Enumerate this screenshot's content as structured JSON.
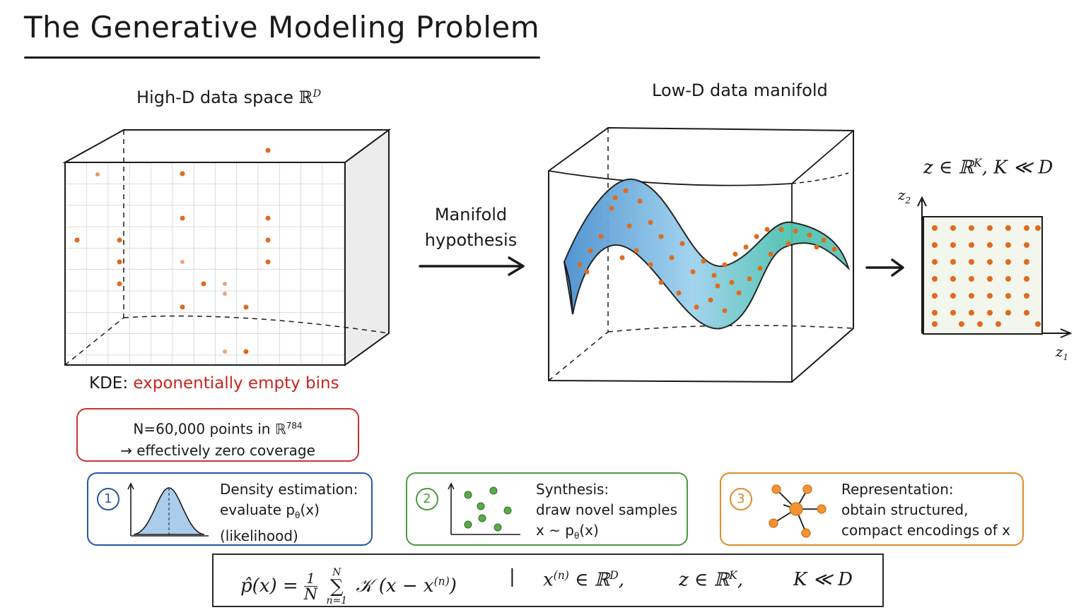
{
  "title": "The Generative Modeling Problem",
  "left_panel": {
    "title_text": "High-D data space ",
    "title_math": "ℝ",
    "title_sup": "D",
    "kde_prefix": "KDE:",
    "kde_red": "exponentially empty bins",
    "nbox_line1_a": "N=60,000 points in ℝ",
    "nbox_line1_sup": "784",
    "nbox_line2": "→ effectively zero coverage"
  },
  "arrow_label_1": "Manifold",
  "arrow_label_2": "hypothesis",
  "middle_panel": {
    "title": "Low-D data manifold"
  },
  "latent_panel": {
    "label": "z ∈ ℝ",
    "label_sup": "K",
    "label_tail": ", K ≪ D",
    "axis_y": "z",
    "axis_y_sub": "2",
    "axis_x": "z",
    "axis_x_sub": "1"
  },
  "cards": [
    {
      "num": "1",
      "line1": "Density estimation:",
      "line2": "evaluate p",
      "line2_sub": "θ",
      "line2_tail": "(x)",
      "line3": "(likelihood)",
      "color": "#2456a8"
    },
    {
      "num": "2",
      "line1": "Synthesis:",
      "line2": "draw novel samples",
      "line3": "x ∼ p",
      "line3_sub": "θ",
      "line3_tail": "(x)",
      "color": "#4a9a3f"
    },
    {
      "num": "3",
      "line1": "Representation:",
      "line2": "obtain structured,",
      "line3": "compact encodings of x",
      "color": "#e08a2a"
    }
  ],
  "formula": {
    "lhs": "p̂(x) = ",
    "frac_num": "1",
    "frac_den": "N",
    "sum_top": "N",
    "sum_bot": "n=1",
    "kernel": "𝒦 (x − x",
    "kernel_sup": "(n)",
    "kernel_close": ")",
    "sep": "|",
    "t1": "x",
    "t1_sup": "(n)",
    "t1_tail": " ∈ ℝ",
    "t1_sup2": "D",
    "t1_comma": ",",
    "t2": "z ∈ ℝ",
    "t2_sup": "K",
    "t2_comma": ",",
    "t3": "K ≪ D"
  },
  "colors": {
    "accent_orange": "#e06a1e",
    "red": "#c8251e",
    "blue": "#2456a8",
    "green": "#4a9a3f",
    "orange": "#e08a2a"
  }
}
